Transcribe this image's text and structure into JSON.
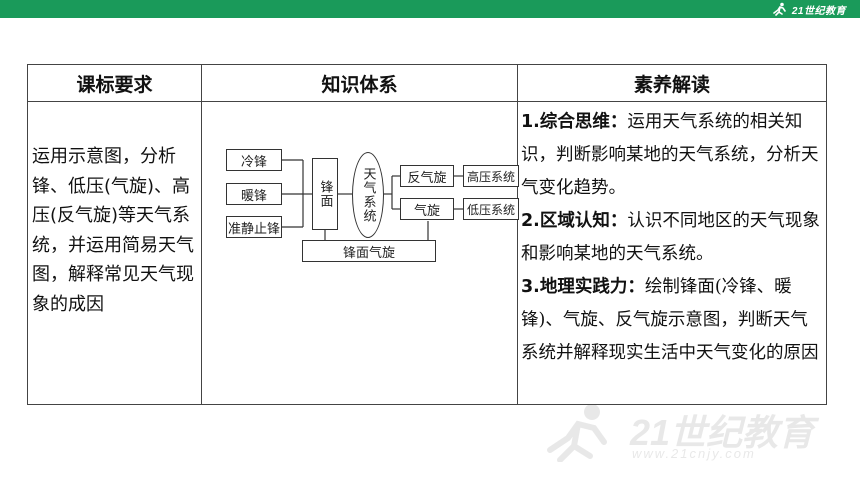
{
  "branding": {
    "logo_text": "21世纪教育",
    "bar_color": "#1a9a5a",
    "watermark_text": "21世纪教育",
    "watermark_sub": "www.21cnjy.com"
  },
  "table": {
    "headers": [
      "课标要求",
      "知识体系",
      "素养解读"
    ],
    "requirement_text": "运用示意图，分析锋、低压(气旋)、高压(反气旋)等天气系统，并运用简易天气图，解释常见天气现象的成因",
    "literacy": [
      {
        "title": "1.综合思维：",
        "text": "运用天气系统的相关知识，判断影响某地的天气系统，分析天气变化趋势。"
      },
      {
        "title": "2.区域认知：",
        "text": "认识不同地区的天气现象和影响某地的天气系统。"
      },
      {
        "title": "3.地理实践力：",
        "text": "绘制锋面(冷锋、暖锋)、气旋、反气旋示意图，判断天气系统并解释现实生活中天气变化的原因"
      }
    ]
  },
  "diagram": {
    "left_boxes": [
      "冷锋",
      "暖锋",
      "准静止锋"
    ],
    "front_box": "锋面",
    "center_ellipse": "天气系统",
    "right_boxes": [
      "反气旋",
      "气旋"
    ],
    "far_right_boxes": [
      "高压系统",
      "低压系统"
    ],
    "bottom_box": "锋面气旋"
  }
}
